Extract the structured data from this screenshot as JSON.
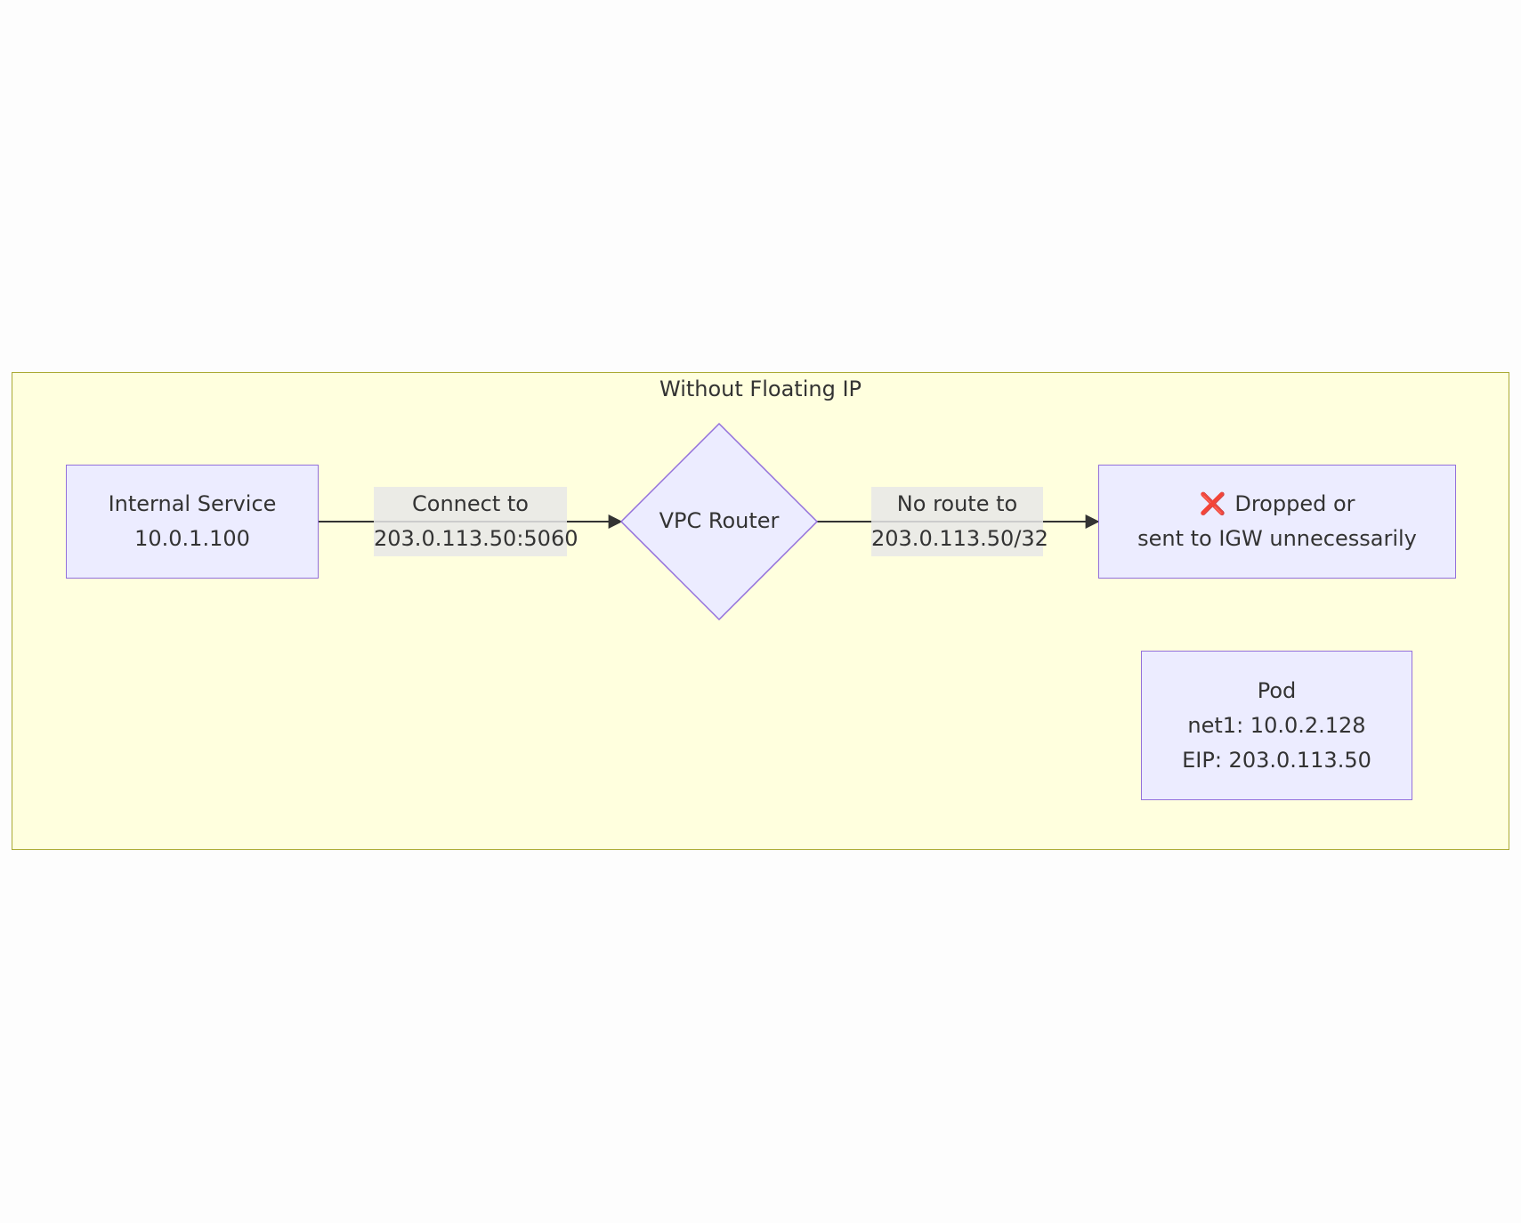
{
  "cluster": {
    "title": "Without Floating IP"
  },
  "nodes": {
    "internal_service": {
      "line1": "Internal Service",
      "line2": "10.0.1.100"
    },
    "vpc_router": {
      "label": "VPC Router"
    },
    "dropped": {
      "icon": "❌",
      "line1": "Dropped or",
      "line2": "sent to IGW unnecessarily"
    },
    "pod": {
      "line1": "Pod",
      "line2": "net1: 10.0.2.128",
      "line3": "EIP: 203.0.113.50"
    }
  },
  "edges": {
    "connect": {
      "line1": "Connect to",
      "line2": "203.0.113.50:5060"
    },
    "no_route": {
      "line1": "No route to",
      "line2": "203.0.113.50/32"
    }
  },
  "colors": {
    "cluster_fill": "#ffffde",
    "cluster_border": "#aaaa33",
    "node_fill": "#ececff",
    "node_border": "#9370db",
    "edge_label_bg": "#e8e8e8",
    "edge_line": "#333333",
    "error_icon": "#dd1111"
  }
}
